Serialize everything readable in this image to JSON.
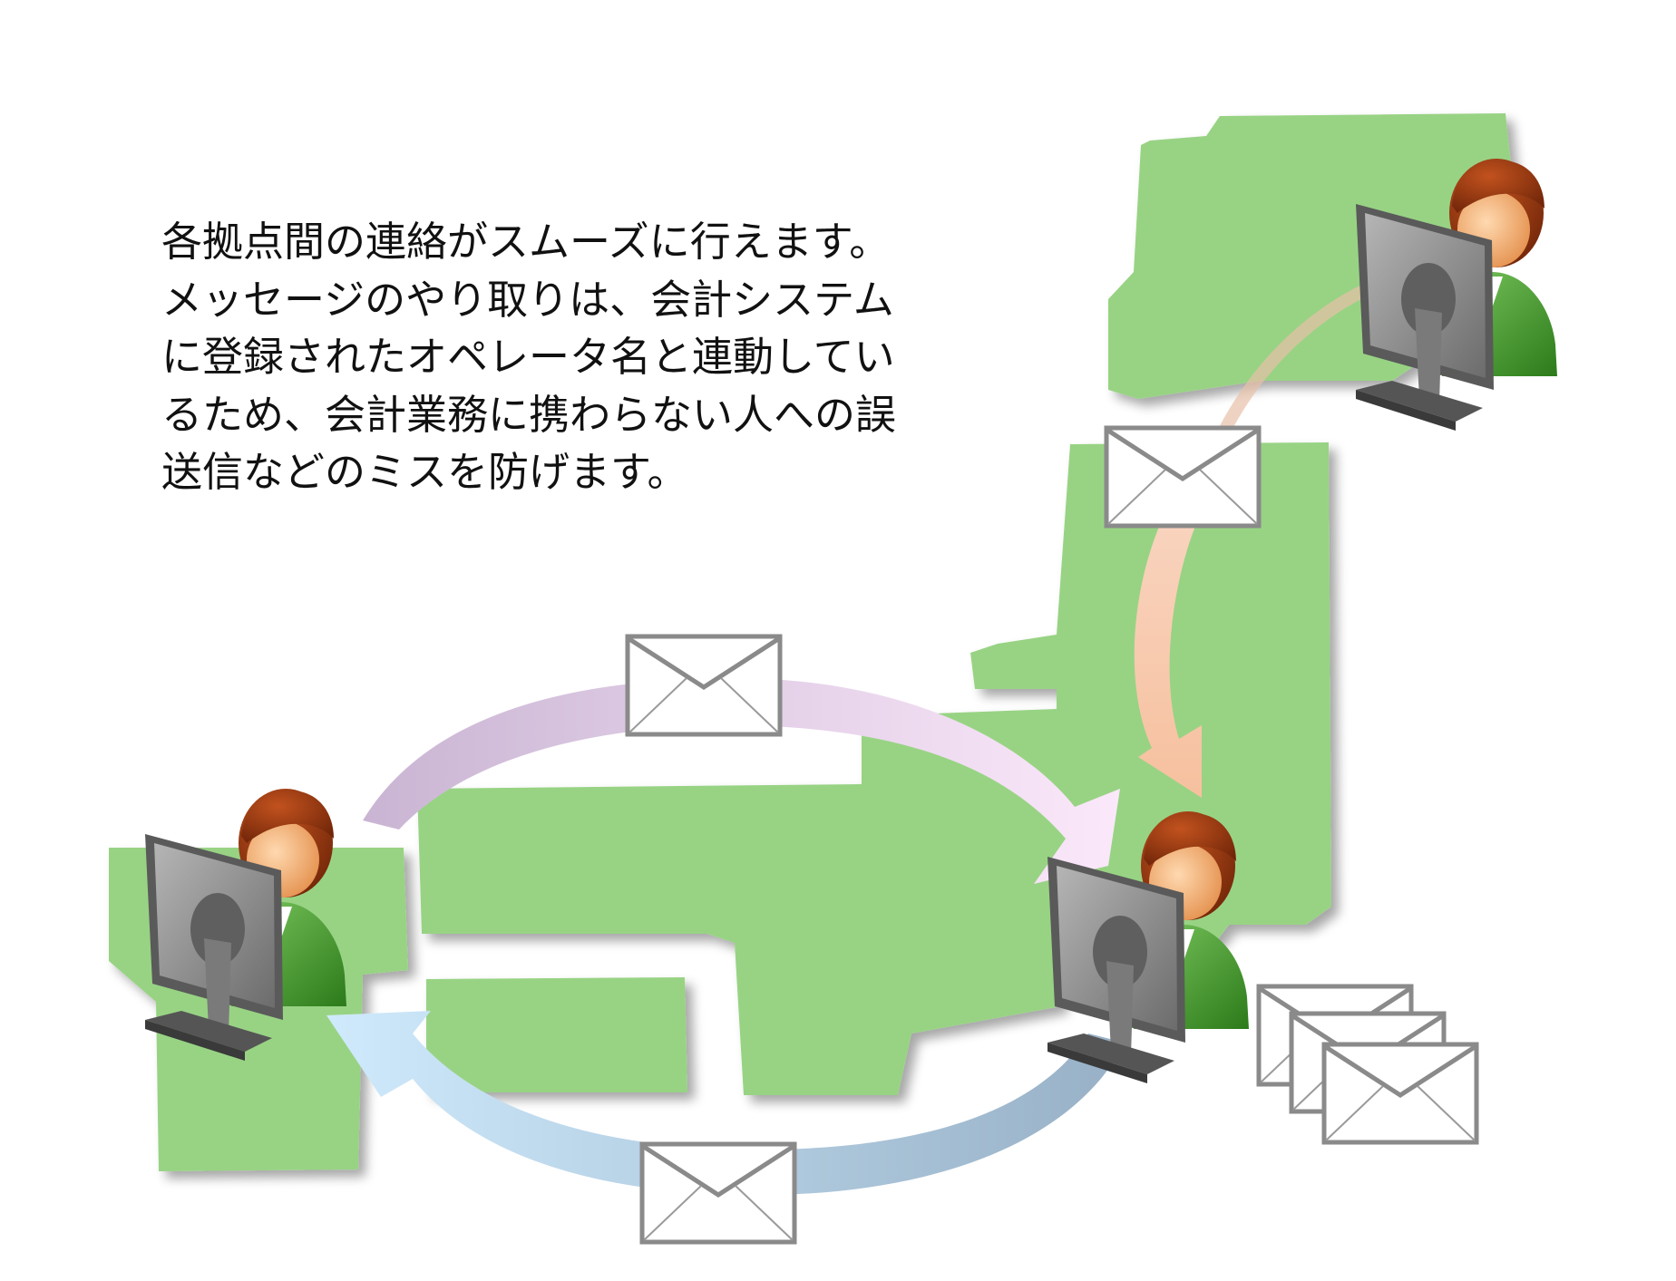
{
  "description_lines": [
    "各拠点間の連絡がスムーズに行えます。",
    "メッセージのやり取りは、会計システム",
    "に登録されたオペレータ名と連動してい",
    "るため、会計業務に携わらない人への誤",
    "送信などのミスを防げます。"
  ],
  "colors": {
    "map_green": "#98d384",
    "map_shadow": "#d0d0d0",
    "envelope_stroke": "#8a8a8a",
    "arrow_peach": "#f6c6a8",
    "arrow_lavender": "#d8c6e6",
    "arrow_light_blue": "#c8e6f8",
    "arrow_steel_blue": "#9ab4cc",
    "hair_brown": "#8b3a12",
    "skin": "#f4b27a",
    "shirt_green": "#3d9a2a",
    "monitor_gray": "#8c8c8c"
  },
  "icons": {
    "operator": "user-at-computer-icon",
    "message": "envelope-icon",
    "map": "japan-map-silhouette"
  }
}
